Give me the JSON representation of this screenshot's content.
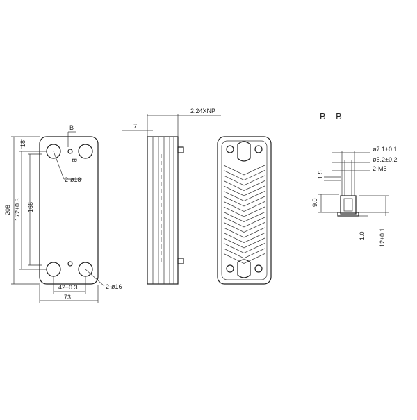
{
  "front_view": {
    "height_overall": "208",
    "port_center_distance": "172±0.3",
    "inner_height": "166",
    "top_offset": "18",
    "width_overall": "73",
    "port_horizontal_distance": "42±0.3",
    "top_port_note": "2-ø18",
    "bottom_port_note": "2-ø16",
    "section_mark_top": "B",
    "section_mark_bottom": "B"
  },
  "side_view": {
    "thickness_label": "2.24XNP",
    "flange_label": "7"
  },
  "section_view": {
    "title": "B – B",
    "dia_outer": "ø7.1±0.1",
    "dia_inner": "ø5.2±0.2",
    "thread": "2-M5",
    "dim_1_5": "1.5",
    "dim_9_0": "9.0",
    "dim_1_0": "1.0",
    "dim_12": "12±0.1"
  }
}
